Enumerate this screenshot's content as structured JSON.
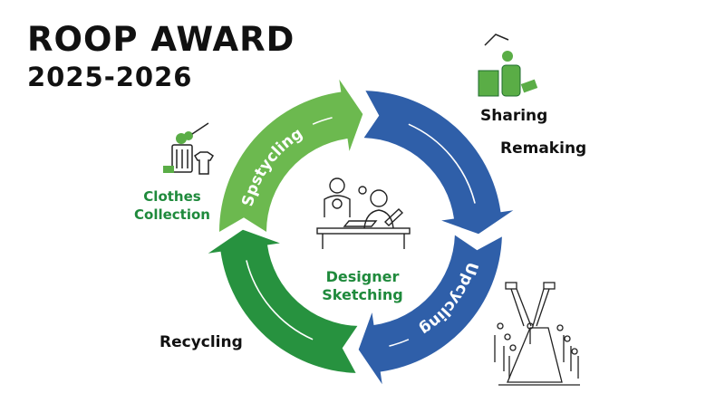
{
  "header": {
    "title": "ROOP AWARD",
    "year": "2025-2026"
  },
  "labels": {
    "sharing": "Sharing",
    "remaking": "Remaking",
    "recycling": "Recycling",
    "clothes_collection_1": "Clothes",
    "clothes_collection_2": "Collection",
    "center_1": "Designer",
    "center_2": "Sketching"
  },
  "arcs": [
    {
      "name": "spstycling",
      "label": "Spstycling",
      "color": "#6cb94f"
    },
    {
      "name": "remaking-arc",
      "label": "",
      "color": "#2f5fa9"
    },
    {
      "name": "upcycling",
      "label": "Upcycling",
      "color": "#2f5fa9"
    },
    {
      "name": "recycling-arc",
      "label": "",
      "color": "#27923f"
    }
  ],
  "icons": [
    "clothes-bin-icon",
    "sharing-bags-icon",
    "designer-sketching-icon",
    "fashion-runway-icon"
  ]
}
